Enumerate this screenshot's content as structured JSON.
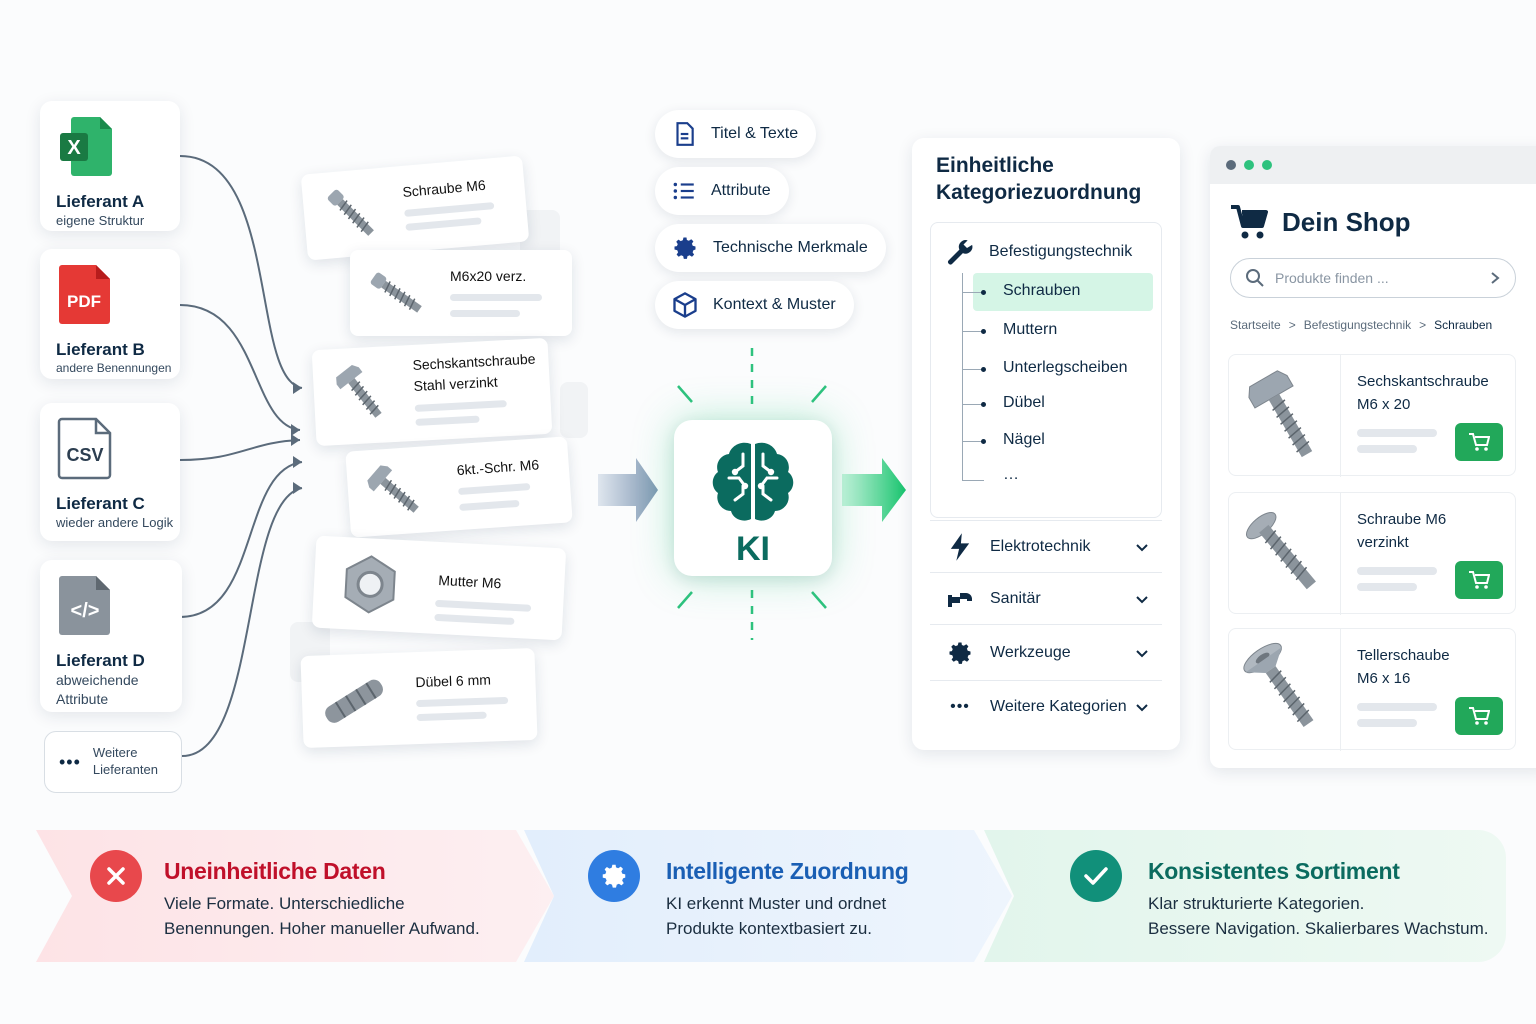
{
  "suppliers": [
    {
      "name": "Lieferant A",
      "desc": "eigene Struktur",
      "icon": "excel-icon",
      "icon_label": "X"
    },
    {
      "name": "Lieferant B",
      "desc": "andere Benennungen",
      "icon": "pdf-icon",
      "icon_label": "PDF"
    },
    {
      "name": "Lieferant C",
      "desc": "wieder andere Logik",
      "icon": "csv-icon",
      "icon_label": "CSV"
    },
    {
      "name": "Lieferant D",
      "desc": "abweichende Attribute",
      "icon": "code-icon",
      "icon_label": "</>"
    }
  ],
  "more_suppliers": "Weitere Lieferanten",
  "slips": [
    {
      "label": "Schraube M6",
      "icon": "screw-icon"
    },
    {
      "label": "M6x20 verz.",
      "icon": "screw-icon"
    },
    {
      "label": "Sechskantschraube\nStahl verzinkt",
      "icon": "screw-icon"
    },
    {
      "label": "6kt.-Schr. M6",
      "icon": "screw-icon"
    },
    {
      "label": "Mutter M6",
      "icon": "nut-icon"
    },
    {
      "label": "Dübel 6 mm",
      "icon": "wall-plug-icon"
    }
  ],
  "features": [
    {
      "label": "Titel & Texte",
      "icon": "document-icon"
    },
    {
      "label": "Attribute",
      "icon": "list-icon"
    },
    {
      "label": "Technische Merkmale",
      "icon": "gear-icon"
    },
    {
      "label": "Kontext & Muster",
      "icon": "cube-icon"
    }
  ],
  "ki": {
    "label": "KI",
    "icon": "brain-icon"
  },
  "categories": {
    "title_line1": "Einheitliche",
    "title_line2": "Kategoriezuordnung",
    "main": {
      "label": "Befestigungstechnik",
      "icon": "wrench-icon"
    },
    "subs": [
      "Schrauben",
      "Muttern",
      "Unterlegscheiben",
      "Dübel",
      "Nägel",
      "…"
    ],
    "selected": "Schrauben",
    "rows": [
      {
        "label": "Elektrotechnik",
        "icon": "lightning-icon"
      },
      {
        "label": "Sanitär",
        "icon": "faucet-icon"
      },
      {
        "label": "Werkzeuge",
        "icon": "gear-icon"
      },
      {
        "label": "Weitere Kategorien",
        "icon": "more-dots-icon"
      }
    ]
  },
  "shop": {
    "title": "Dein Shop",
    "search_placeholder": "Produkte finden ...",
    "breadcrumb": [
      "Startseite",
      "Befestigungstechnik",
      "Schrauben"
    ],
    "products": [
      {
        "name_line1": "Sechskantschraube",
        "name_line2": "M6 x 20"
      },
      {
        "name_line1": "Schraube M6",
        "name_line2": "verzinkt"
      },
      {
        "name_line1": "Tellerschaube",
        "name_line2": "M6 x 16"
      }
    ]
  },
  "banner": [
    {
      "title": "Uneinheitliche Daten",
      "line1": "Viele Formate. Unterschiedliche",
      "line2": "Benennungen. Hoher manueller Aufwand.",
      "color": "#c0102a",
      "icon": "error-x-icon"
    },
    {
      "title": "Intelligente Zuordnung",
      "line1": "KI erkennt Muster und ordnet",
      "line2": "Produkte kontextbasiert zu.",
      "color": "#1a5fb4",
      "icon": "gear-icon"
    },
    {
      "title": "Konsistentes Sortiment",
      "line1": "Klar strukturierte Kategorien.",
      "line2": "Bessere Navigation. Skalierbares Wachstum.",
      "color": "#0b6b5f",
      "icon": "check-icon"
    }
  ],
  "colors": {
    "accent_green": "#22a85a",
    "navy": "#0f2a44",
    "excel": "#1f9a52",
    "pdf": "#e53935"
  }
}
